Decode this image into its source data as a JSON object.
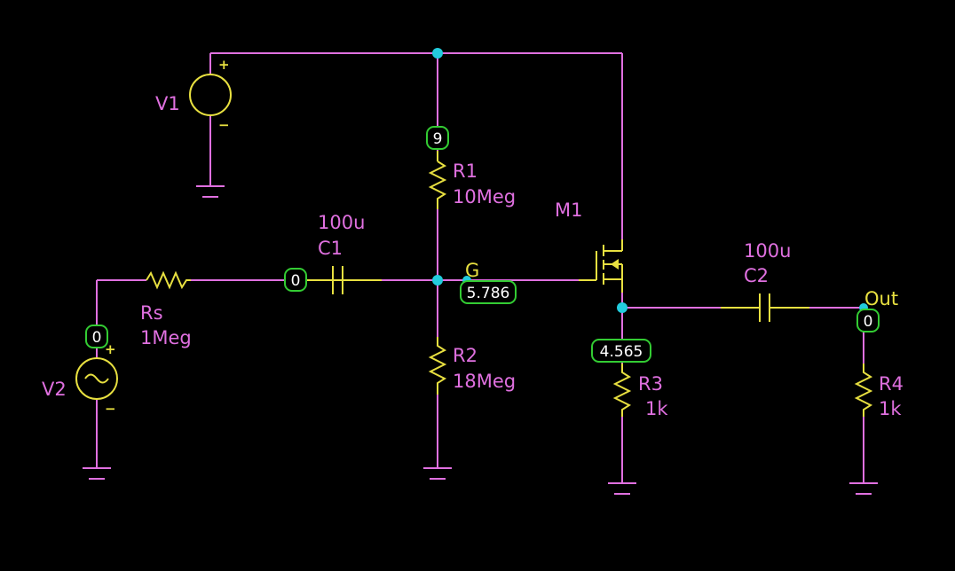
{
  "colors": {
    "background": "#000000",
    "wire": "#e070e0",
    "component": "#e8e040",
    "junction": "#22ccdd",
    "voltage_tag_border": "#33cc33",
    "voltage_tag_text": "#ffffff"
  },
  "components": {
    "v1": {
      "name": "V1",
      "plus": "+",
      "minus": "−"
    },
    "v2": {
      "name": "V2",
      "plus": "+",
      "minus": "−"
    },
    "r1": {
      "name": "R1",
      "value": "10Meg"
    },
    "r2": {
      "name": "R2",
      "value": "18Meg"
    },
    "r3": {
      "name": "R3",
      "value": "1k"
    },
    "r4": {
      "name": "R4",
      "value": "1k"
    },
    "rs": {
      "name": "Rs",
      "value": "1Meg"
    },
    "c1": {
      "name": "C1",
      "value": "100u"
    },
    "c2": {
      "name": "C2",
      "value": "100u"
    },
    "m1": {
      "name": "M1"
    }
  },
  "nets": {
    "gate": "G",
    "output": "Out"
  },
  "voltages": {
    "supply": "9",
    "source_node": "0",
    "c1_left": "0",
    "gate": "5.786",
    "source_m1": "4.565",
    "out": "0"
  }
}
